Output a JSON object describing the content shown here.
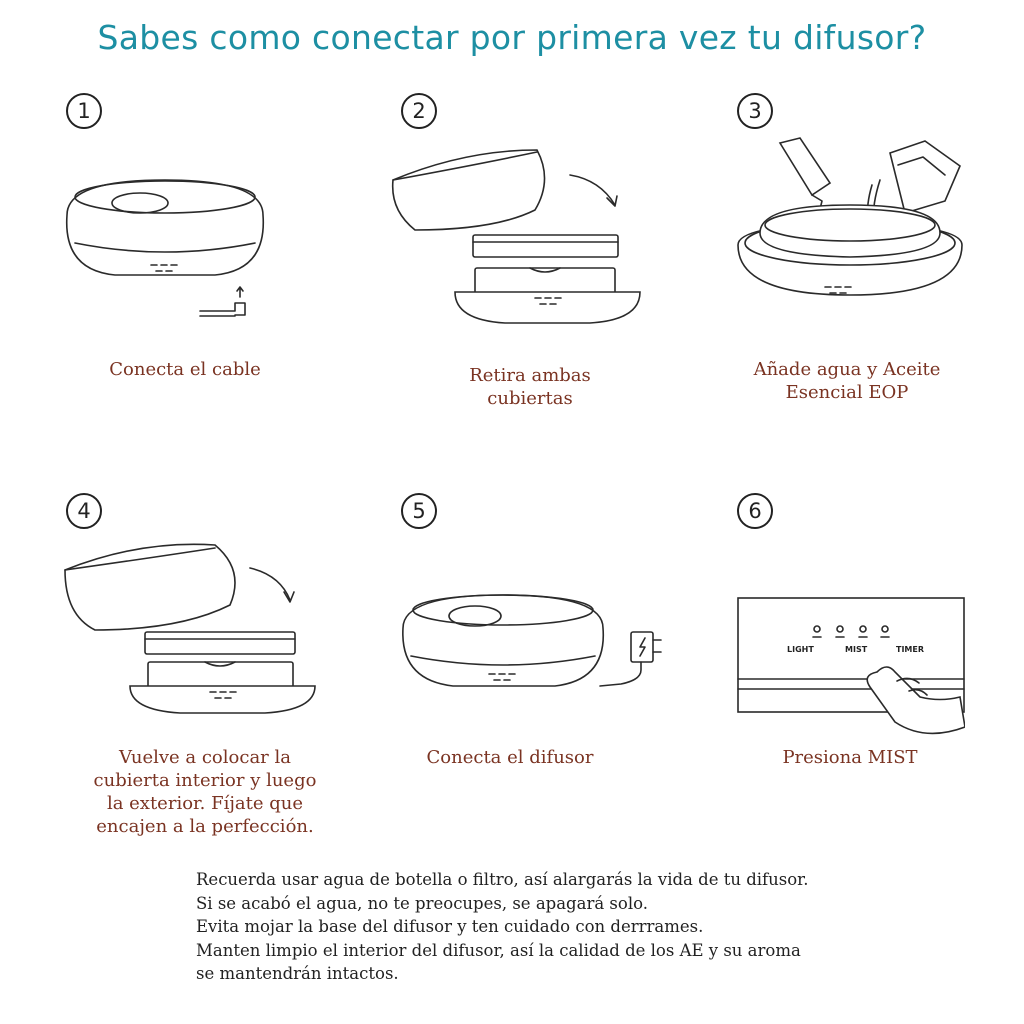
{
  "title": "Sabes como conectar por primera vez tu difusor?",
  "colors": {
    "title": "#1d8fa3",
    "caption": "#7a3322",
    "text": "#222222"
  },
  "steps": [
    {
      "number": "1",
      "caption": "Conecta el cable"
    },
    {
      "number": "2",
      "caption": "Retira  ambas\ncubiertas"
    },
    {
      "number": "3",
      "caption": "Añade agua y Aceite\nEsencial EOP"
    },
    {
      "number": "4",
      "caption": "Vuelve a colocar la\ncubierta interior y luego\nla exterior. Fíjate que\nencajen a la perfección."
    },
    {
      "number": "5",
      "caption": "Conecta el difusor"
    },
    {
      "number": "6",
      "caption": "Presiona MIST"
    }
  ],
  "panel_labels": {
    "light": "LIGHT",
    "mist": "MIST",
    "timer": "TIMER"
  },
  "notes": [
    "Recuerda usar agua de botella o filtro, así alargarás la vida de tu difusor.",
    "Si se acabó el agua, no te preocupes, se apagará solo.",
    "Evita mojar la base del difusor y ten cuidado con derrrames.",
    "Manten limpio el interior del difusor, así la calidad de los AE  y su aroma",
    "se mantendrán intactos."
  ]
}
